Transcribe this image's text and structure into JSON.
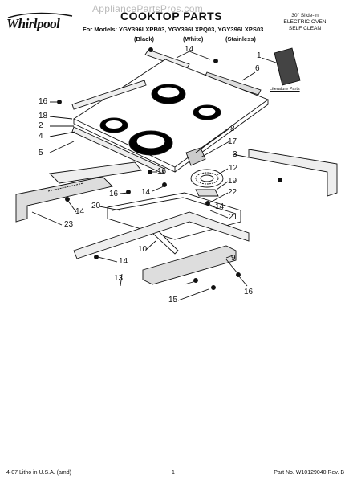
{
  "header": {
    "brand": "Whirlpool",
    "watermark": "AppliancePartsPros.com",
    "title": "COOKTOP PARTS",
    "models": "For Models: YGY396LXPB03, YGY396LXPQ03, YGY396LXPS03",
    "finish_black": "(Black)",
    "finish_white": "(White)",
    "finish_stainless": "(Stainless)",
    "side_line1": "30\" Slide-in",
    "side_line2": "ELECTRIC OVEN",
    "side_line3": "SELF CLEAN"
  },
  "diagram": {
    "literature_label": "Literature Parts",
    "callouts": [
      "14",
      "1",
      "6",
      "16",
      "18",
      "2",
      "4",
      "8",
      "17",
      "5",
      "3",
      "16",
      "12",
      "19",
      "16",
      "14",
      "22",
      "20",
      "14",
      "21",
      "23",
      "14",
      "10",
      "9",
      "13",
      "14",
      "16",
      "15"
    ]
  },
  "footer": {
    "left": "4-07 Litho in U.S.A. (amd)",
    "center": "1",
    "right": "Part No. W10129040 Rev. B"
  },
  "colors": {
    "line": "#111111",
    "shade": "#cccccc",
    "dark": "#333333"
  }
}
